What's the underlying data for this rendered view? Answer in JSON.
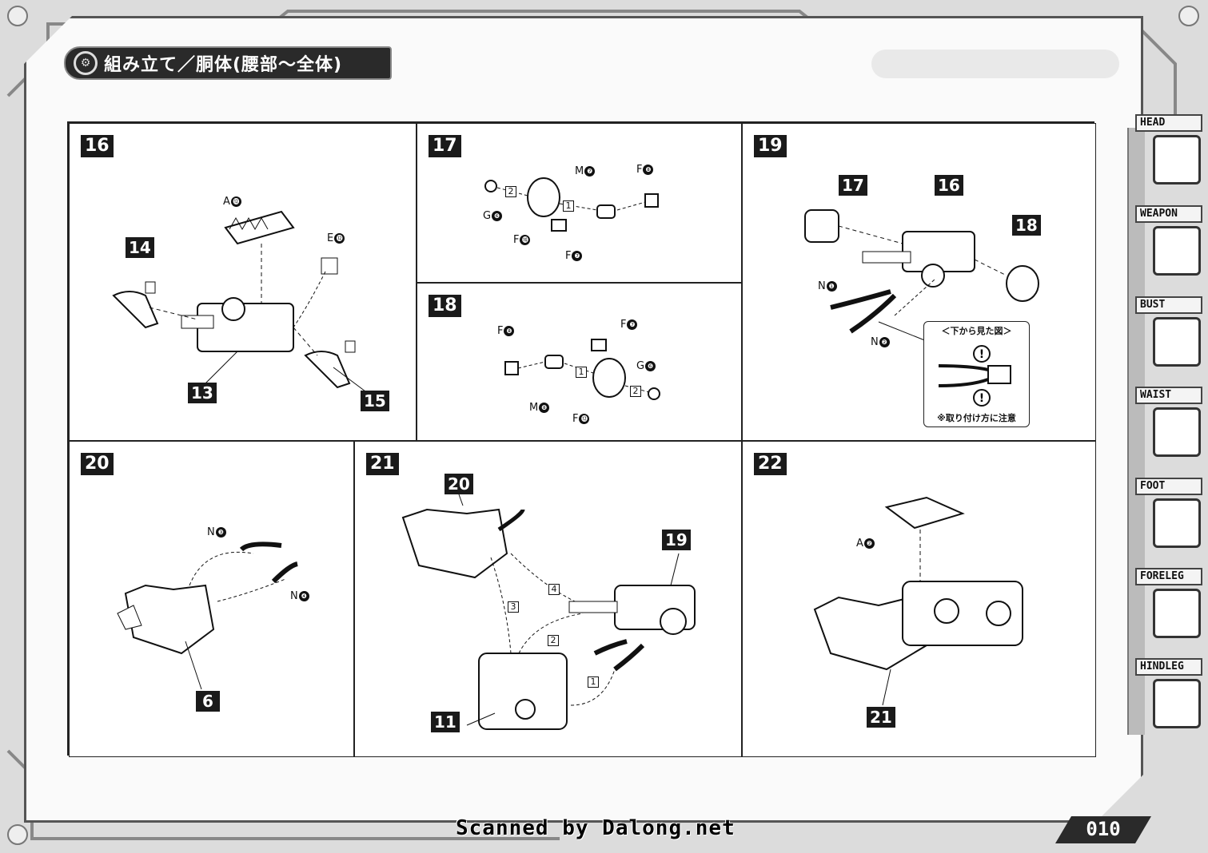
{
  "header": {
    "title": "組み立て／胴体(腰部～全体)"
  },
  "steps": {
    "s16": {
      "num": "16",
      "parts": {
        "p14": "14",
        "p13": "13",
        "p15": "15"
      },
      "labels": {
        "a12": "A",
        "e12": "E"
      }
    },
    "s17": {
      "num": "17",
      "labels": {
        "m7": "M",
        "f8": "F",
        "g6": "G",
        "f16": "F",
        "f7": "F"
      },
      "order": [
        "2",
        "1"
      ]
    },
    "s18": {
      "num": "18",
      "labels": {
        "f8": "F",
        "f7": "F",
        "g6": "G",
        "m8": "M",
        "f12": "F"
      },
      "order": [
        "1",
        "2"
      ]
    },
    "s19": {
      "num": "19",
      "parts": {
        "p17": "17",
        "p16": "16",
        "p18": "18"
      },
      "labels": {
        "n1": "N",
        "n2": "N"
      },
      "note": {
        "title": "＜下から見た図＞",
        "footer": "※取り付け方に注意"
      }
    },
    "s20": {
      "num": "20",
      "parts": {
        "p6": "6"
      },
      "labels": {
        "n3": "N",
        "n4": "N"
      }
    },
    "s21": {
      "num": "21",
      "parts": {
        "p20": "20",
        "p19": "19",
        "p11": "11"
      },
      "order": [
        "4",
        "3",
        "2",
        "1"
      ]
    },
    "s22": {
      "num": "22",
      "parts": {
        "p21": "21"
      },
      "labels": {
        "a2": "A"
      }
    }
  },
  "circled": {
    "n12": "⓬",
    "n7": "❼",
    "n8": "❽",
    "n6": "❻",
    "n16": "⓰",
    "n1": "❶",
    "n2": "❷",
    "n3": "❸",
    "n4": "❹"
  },
  "side_tabs": [
    "HEAD",
    "WEAPON",
    "BUST",
    "WAIST",
    "FOOT",
    "FORELEG",
    "HINDLEG"
  ],
  "footer": {
    "credit": "Scanned by Dalong.net",
    "page_number": "010"
  }
}
